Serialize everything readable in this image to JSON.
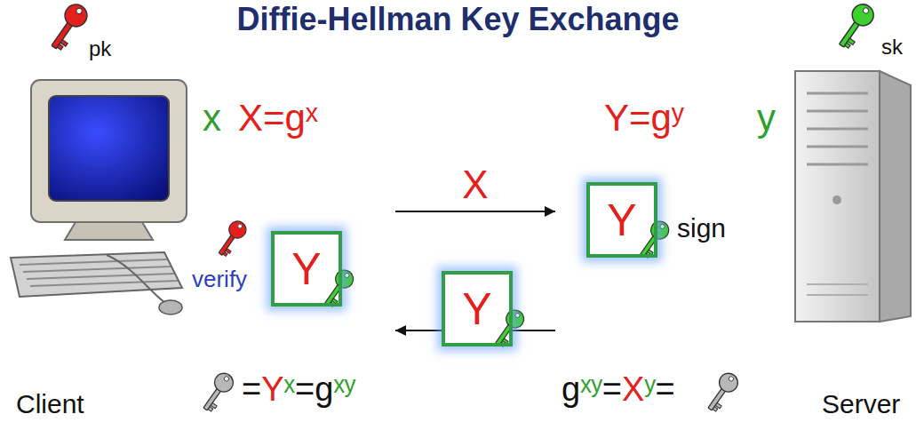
{
  "diagram": {
    "title": "Diffie-Hellman Key Exchange",
    "nodes": [
      {
        "text": [
          "Client"
        ]
      },
      {
        "text": [
          "Y"
        ],
        "in": 0
      },
      {
        "text": [
          "Y"
        ]
      },
      {
        "text": [
          "Server"
        ]
      },
      {
        "text": [
          "Y"
        ],
        "in": 3
      }
    ],
    "edges": [
      {
        "from": 0,
        "to": 3,
        "arrow": "to",
        "label": "X"
      },
      {
        "from": 3,
        "to": 2,
        "arrow": "none"
      },
      {
        "from": 2,
        "to": 0,
        "arrow": "to"
      }
    ],
    "labels": [
      "pk",
      "sk",
      "x",
      "X=gˣ",
      "Y=gʸ",
      "y",
      "sign",
      "verify",
      "=Yˣ=gˣʸ",
      "gˣʸ=Xʸ="
    ]
  }
}
